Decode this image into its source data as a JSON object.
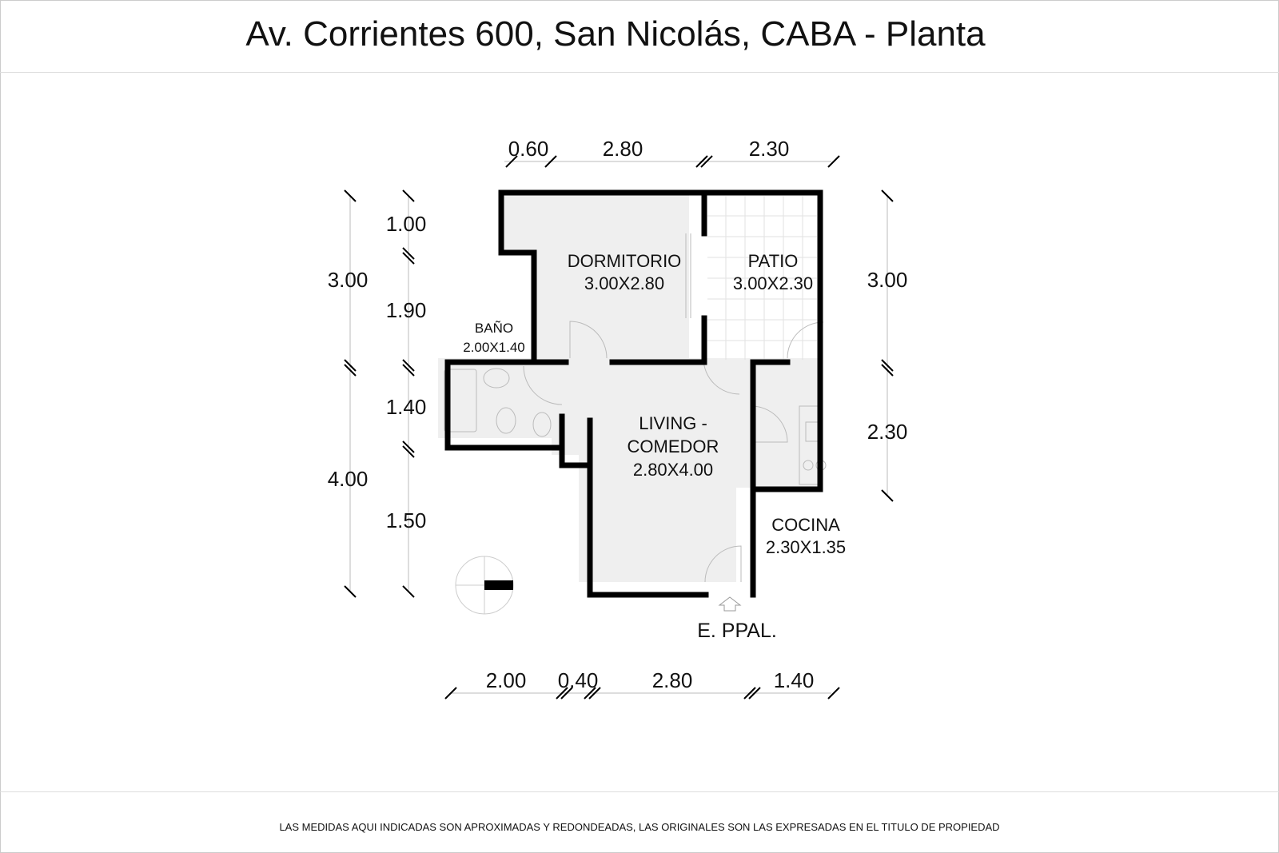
{
  "title": "Av. Corrientes 600, San Nicolás, CABA - Planta",
  "footer_note": "LAS MEDIDAS AQUI INDICADAS SON APROXIMADAS Y REDONDEADAS, LAS ORIGINALES SON LAS EXPRESADAS EN EL TITULO DE PROPIEDAD",
  "rooms": {
    "dormitorio": {
      "name": "DORMITORIO",
      "size": "3.00X2.80"
    },
    "patio": {
      "name": "PATIO",
      "size": "3.00X2.30"
    },
    "bano": {
      "name": "BAÑO",
      "size": "2.00X1.40"
    },
    "living": {
      "name1": "LIVING -",
      "name2": "COMEDOR",
      "size": "2.80X4.00"
    },
    "cocina": {
      "name": "COCINA",
      "size": "2.30X1.35"
    }
  },
  "entrance": "E. PPAL.",
  "dimensions": {
    "top": [
      "0.60",
      "2.80",
      "2.30"
    ],
    "bottom": [
      "2.00",
      "0.40",
      "2.80",
      "1.40"
    ],
    "left_outer": [
      "3.00",
      "4.00"
    ],
    "left_inner": [
      "1.00",
      "1.90",
      "1.40",
      "1.50"
    ],
    "right": [
      "3.00",
      "2.30"
    ]
  },
  "colors": {
    "wall": "#000000",
    "floor": "#efefef",
    "dim_line": "#bbbbbb"
  }
}
